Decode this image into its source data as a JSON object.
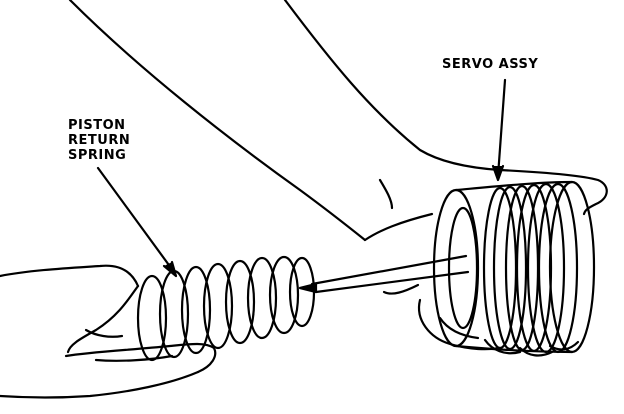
{
  "labels": {
    "servo_assy": "SERVO ASSY",
    "piston_return_spring": [
      "PISTON",
      "RETURN",
      "SPRING"
    ]
  },
  "colors": {
    "ink": "#000000",
    "paper": "#ffffff"
  }
}
